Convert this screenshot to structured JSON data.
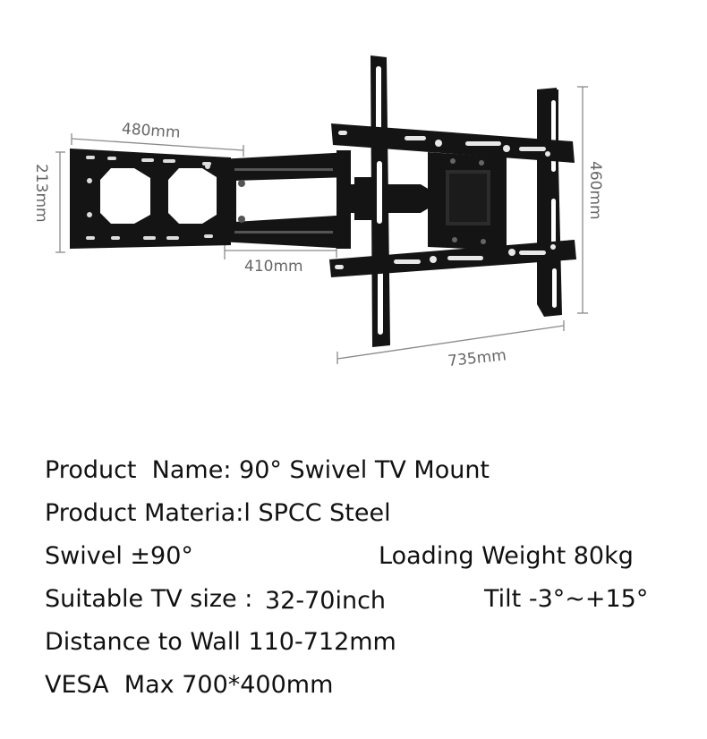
{
  "dimensions": {
    "arm_width": "480mm",
    "arm_height": "213mm",
    "arm_extension": "410mm",
    "plate_height": "460mm",
    "plate_width": "735mm"
  },
  "specs": {
    "product_name": "Product  Name: 90° Swivel TV Mount",
    "material": "Product Materia:l SPCC Steel",
    "swivel": "Swivel ±90°",
    "loading_weight": "Loading Weight 80kg",
    "tv_size_label": "Suitable TV size :",
    "tv_size_value": "32-70inch",
    "tilt": "Tilt -3°~+15°",
    "wall_distance": "Distance to Wall 110-712mm",
    "vesa": "VESA  Max 700*400mm"
  },
  "colors": {
    "metal": "#141414",
    "dimension_line": "#8a8a8a",
    "dimension_text": "#666666",
    "spec_text": "#111111"
  }
}
